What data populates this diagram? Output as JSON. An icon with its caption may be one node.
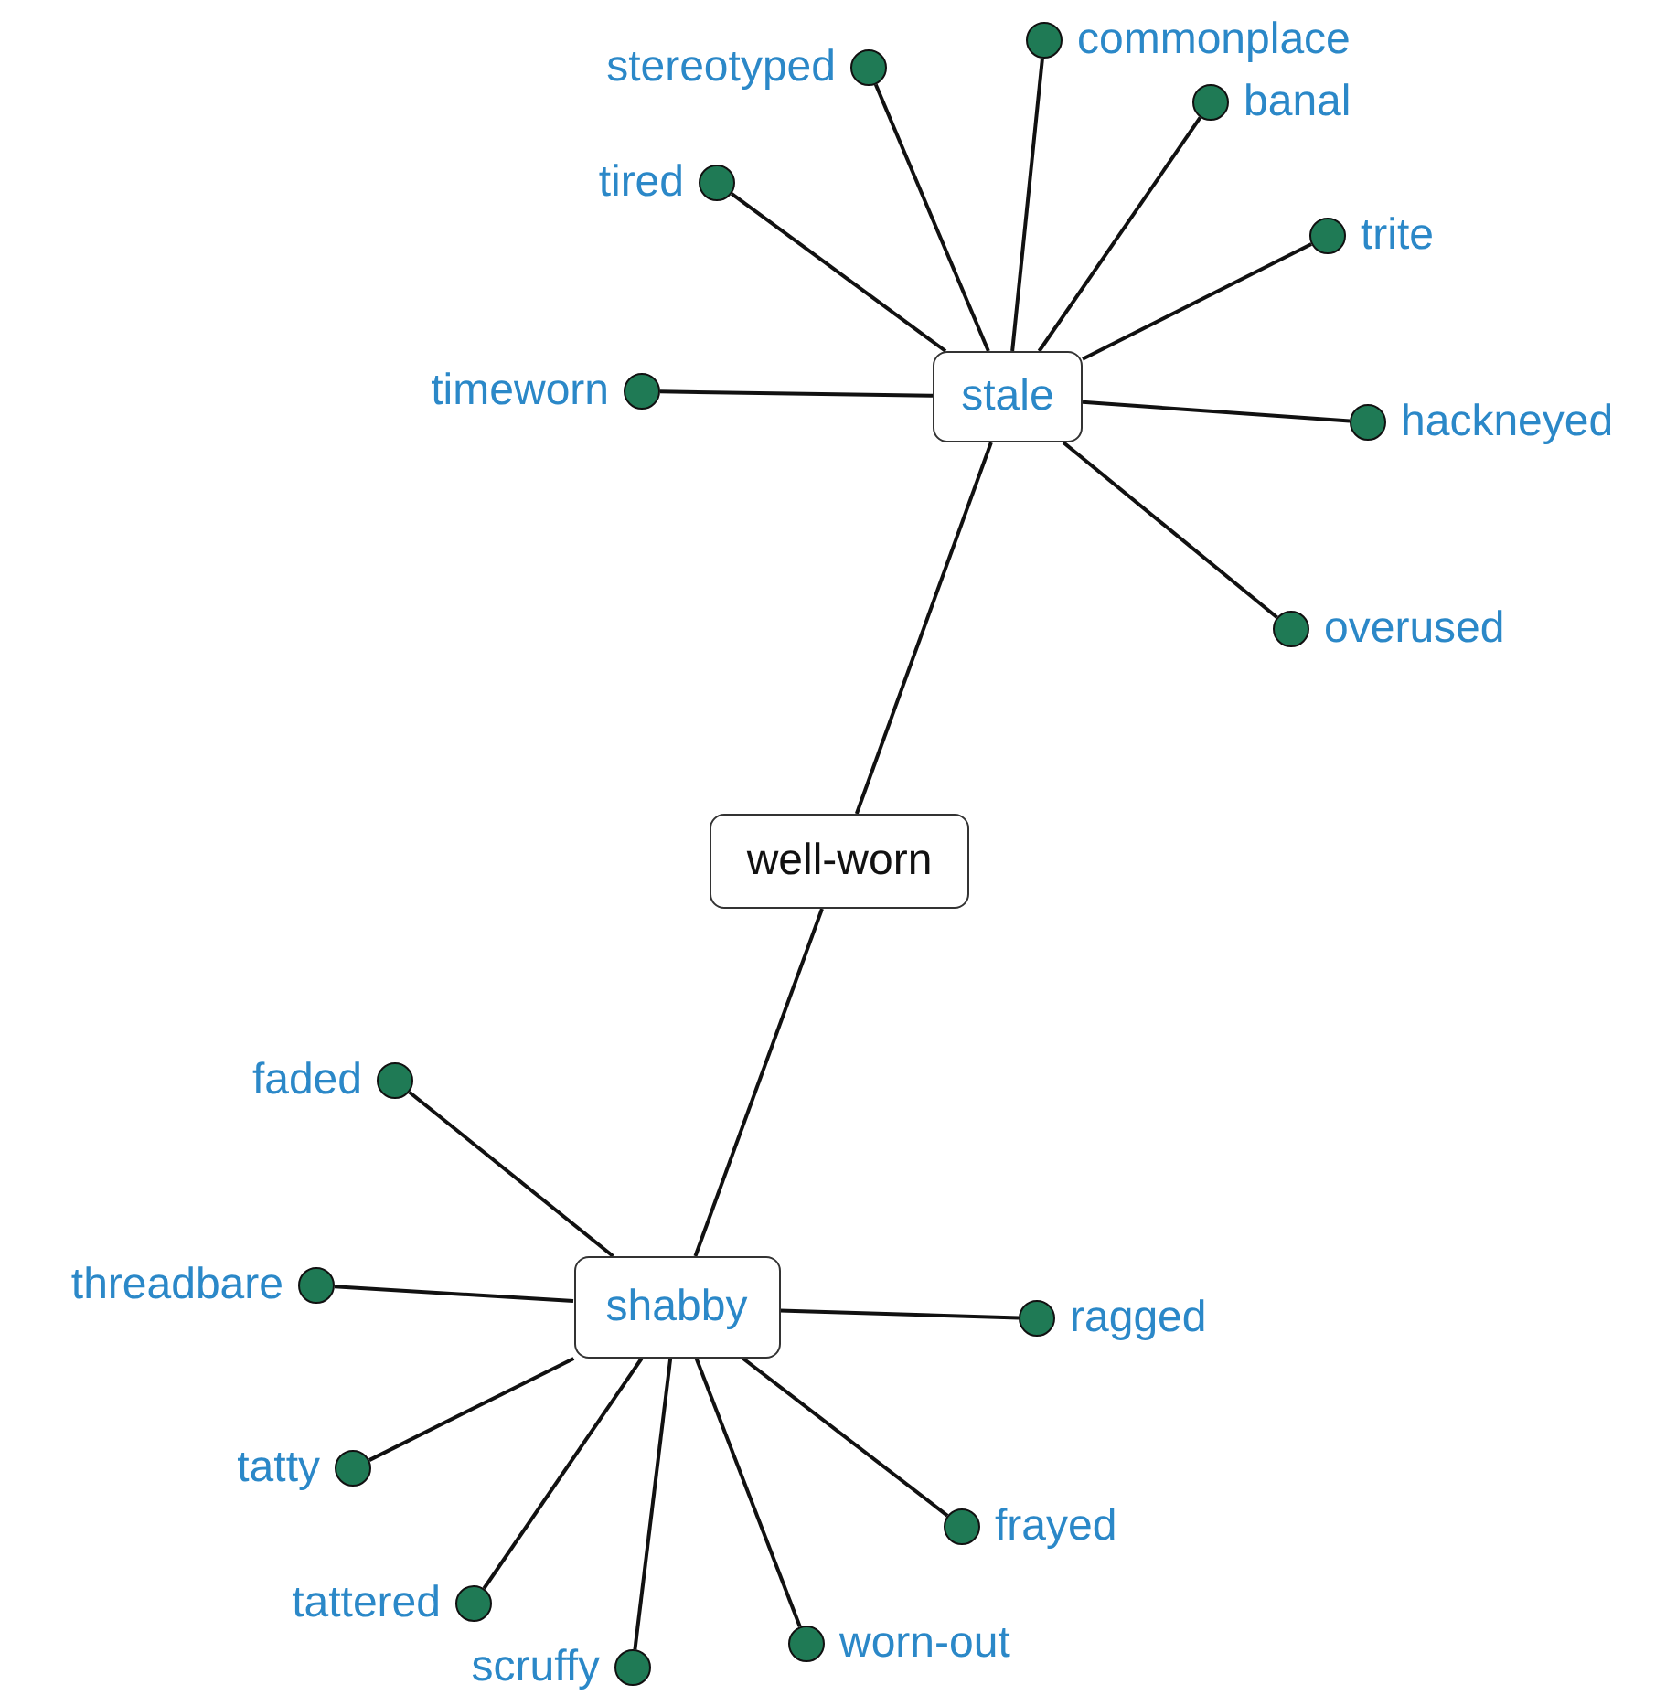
{
  "diagram": {
    "nodes": [
      {
        "text": [
          "well-worn"
        ]
      },
      {
        "text": [
          "stale"
        ]
      },
      {
        "text": [
          "shabby"
        ]
      },
      {
        "text": [],
        "shape": "circle",
        "beside": [
          "commonplace"
        ]
      },
      {
        "text": [],
        "shape": "circle",
        "beside": [
          "stereotyped"
        ]
      },
      {
        "text": [],
        "shape": "circle",
        "beside": [
          "banal"
        ]
      },
      {
        "text": [],
        "shape": "circle",
        "beside": [
          "tired"
        ]
      },
      {
        "text": [],
        "shape": "circle",
        "beside": [
          "trite"
        ]
      },
      {
        "text": [],
        "shape": "circle",
        "beside": [
          "timeworn"
        ]
      },
      {
        "text": [],
        "shape": "circle",
        "beside": [
          "hackneyed"
        ]
      },
      {
        "text": [],
        "shape": "circle",
        "beside": [
          "overused"
        ]
      },
      {
        "text": [],
        "shape": "circle",
        "beside": [
          "faded"
        ]
      },
      {
        "text": [],
        "shape": "circle",
        "beside": [
          "threadbare"
        ]
      },
      {
        "text": [],
        "shape": "circle",
        "beside": [
          "ragged"
        ]
      },
      {
        "text": [],
        "shape": "circle",
        "beside": [
          "tatty"
        ]
      },
      {
        "text": [],
        "shape": "circle",
        "beside": [
          "frayed"
        ]
      },
      {
        "text": [],
        "shape": "circle",
        "beside": [
          "tattered"
        ]
      },
      {
        "text": [],
        "shape": "circle",
        "beside": [
          "worn-out"
        ]
      },
      {
        "text": [],
        "shape": "circle",
        "beside": [
          "scruffy"
        ]
      }
    ],
    "edges": [
      {
        "from": 1,
        "to": 0,
        "arrow": "none"
      },
      {
        "from": 0,
        "to": 2,
        "arrow": "none"
      },
      {
        "from": 1,
        "to": 3,
        "arrow": "none"
      },
      {
        "from": 1,
        "to": 4,
        "arrow": "none"
      },
      {
        "from": 1,
        "to": 5,
        "arrow": "none"
      },
      {
        "from": 1,
        "to": 6,
        "arrow": "none"
      },
      {
        "from": 1,
        "to": 7,
        "arrow": "none"
      },
      {
        "from": 1,
        "to": 8,
        "arrow": "none"
      },
      {
        "from": 1,
        "to": 9,
        "arrow": "none"
      },
      {
        "from": 1,
        "to": 10,
        "arrow": "none"
      },
      {
        "from": 2,
        "to": 11,
        "arrow": "none"
      },
      {
        "from": 2,
        "to": 12,
        "arrow": "none"
      },
      {
        "from": 2,
        "to": 13,
        "arrow": "none"
      },
      {
        "from": 2,
        "to": 14,
        "arrow": "none"
      },
      {
        "from": 2,
        "to": 15,
        "arrow": "none"
      },
      {
        "from": 2,
        "to": 16,
        "arrow": "none"
      },
      {
        "from": 2,
        "to": 17,
        "arrow": "none"
      },
      {
        "from": 2,
        "to": 18,
        "arrow": "none"
      }
    ]
  }
}
